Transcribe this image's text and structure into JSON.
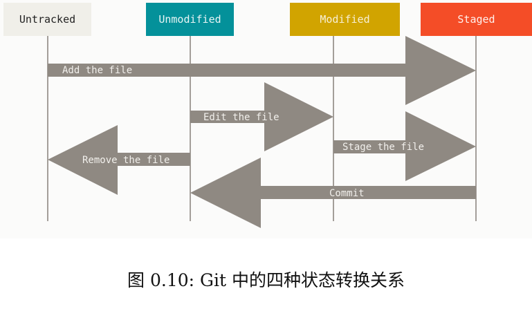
{
  "states": [
    {
      "id": "untracked",
      "label": "Untracked",
      "color": "#f0efe9"
    },
    {
      "id": "unmodified",
      "label": "Unmodified",
      "color": "#04919a"
    },
    {
      "id": "modified",
      "label": "Modified",
      "color": "#d1a400"
    },
    {
      "id": "staged",
      "label": "Staged",
      "color": "#f44d27"
    }
  ],
  "transitions": [
    {
      "label": "Add the file",
      "from": "untracked",
      "to": "staged"
    },
    {
      "label": "Edit the file",
      "from": "unmodified",
      "to": "modified"
    },
    {
      "label": "Remove the file",
      "from": "unmodified",
      "to": "untracked"
    },
    {
      "label": "Stage the file",
      "from": "modified",
      "to": "staged"
    },
    {
      "label": "Commit",
      "from": "staged",
      "to": "unmodified"
    }
  ],
  "arrow_color": "#8f8982",
  "caption": "图 0.10: Git 中的四种状态转换关系"
}
